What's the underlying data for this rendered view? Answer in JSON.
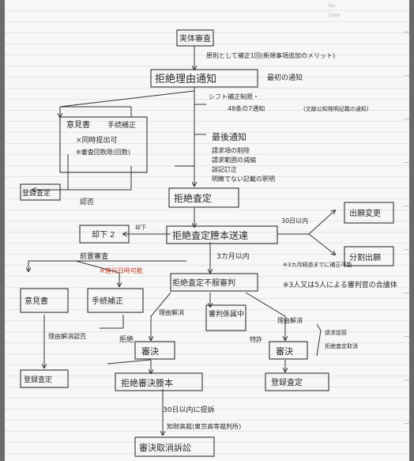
{
  "header": {
    "no_label": "No.",
    "date_label": "Date"
  },
  "nodes": {
    "jittai_shinsa": "実体審査",
    "gensoku_note": "原則として補正1回(新規事項追加のメリット)",
    "kyozetsu_riyu_tsuchi": "拒絶理由通知",
    "saisho_note": "最初の通知",
    "shift_hosei": "シフト補正制限・",
    "jo48_tsuchi": "48条の7通知",
    "bunken_note": "(文献公知発明記載の通知)",
    "ikensho": "意見書",
    "tetsuzuki_hosei_1": "手続補正",
    "doji_teishutsu": "×同時提出可",
    "kaisu_seigen": "※審査回数限(回数)",
    "saigo_tsuchi": "最後通知",
    "saigo_items": [
      "請求項の削除",
      "請求範囲の減縮",
      "誤記訂正",
      "明瞭でない記載の釈明"
    ],
    "tokkyo_satei_1": "登録査定",
    "kaishi": "認否",
    "kyozetsu_satei": "拒絶査定",
    "kyakka_2": "却下 2",
    "kyakka_label": "却下",
    "kyozetsu_satei_tohon": "拒絶査定謄本送達",
    "sanjunichi": "30日以内",
    "shutsugan_henko": "出願変更",
    "bunkatsu_shutsugan": "分割出願",
    "maechi_shinsa": "前置審査",
    "shinko_note": "※進行日時可能",
    "sankagetsu": "3カ月以内",
    "kyozetsu_fufuku": "拒絶査定不服審判",
    "mitsuki_note": "※3カ月経過までに補正可能",
    "ikensho_2": "意見書",
    "tetsuzuki_hosei_2": "手続補正",
    "sangunin_note": "※3人又は5人による審判官の合議体",
    "riyu_kaishou": "理由解消",
    "shinpan_keizoku": "審判係属中",
    "riyu_kaishou_2": "理由解消",
    "riyu_kaishou_nintei": "理由解消認否",
    "kyozetsu_2": "拒絶",
    "tokkyo_2": "特許",
    "shinketsu_1": "審決",
    "shinketsu_2": "審決",
    "seikyu_nintei": "請求認容",
    "kyozetsu_satei_torikeshi": "拒絶査定取消",
    "tokkyo_satei_2": "登録査定",
    "tokkyo_satei_3": "登録査定",
    "kyozetsu_shinketsu_tohon": "拒絶審決謄本",
    "sanjunichi_2": "30日以内に提訴",
    "chizai_kosai": "知財高裁(東京高等裁判所)",
    "shinketsu_torikeshi": "審決取消訴訟"
  }
}
